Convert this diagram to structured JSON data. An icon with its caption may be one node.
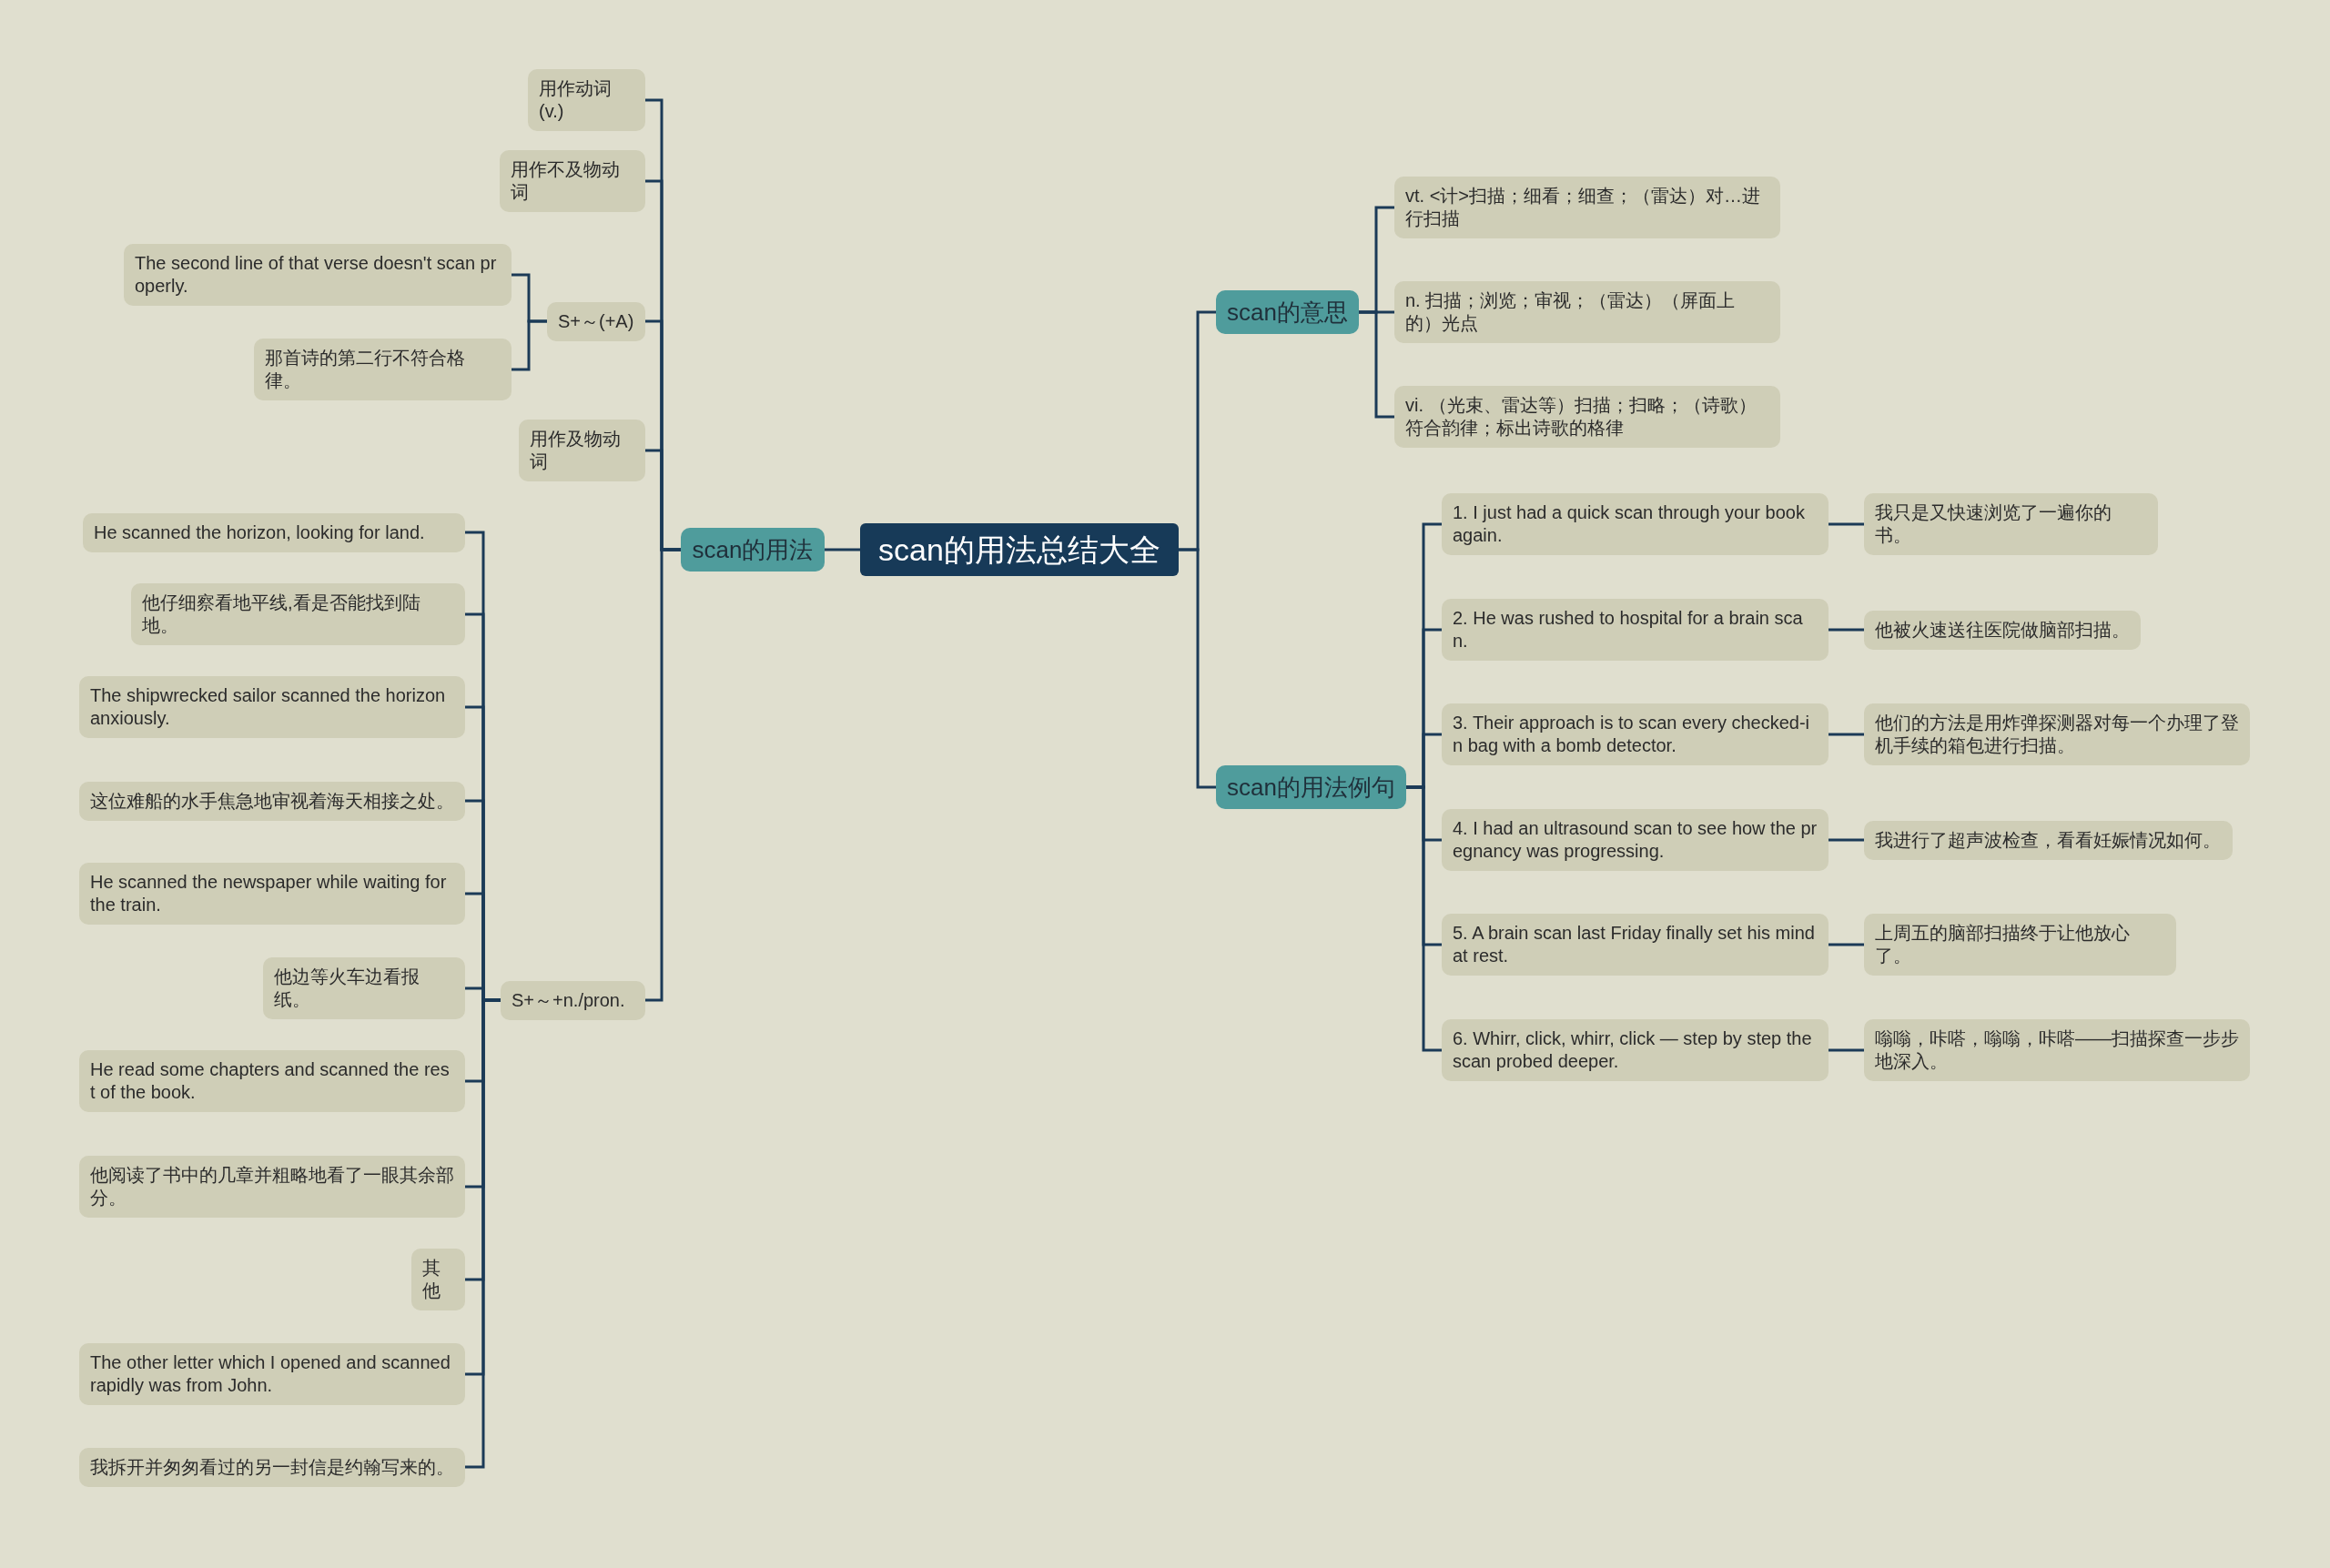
{
  "diagram": {
    "nodes": [
      {
        "text": [
          "scan的用法总结大全"
        ]
      },
      {
        "text": [
          "scan的用法"
        ]
      },
      {
        "text": [
          "用作动词(v.)"
        ]
      },
      {
        "text": [
          "用作不及物动词"
        ]
      },
      {
        "text": [
          "S+～(+A)"
        ]
      },
      {
        "text": [
          "The second line of that verse doesn't scan properly."
        ]
      },
      {
        "text": [
          "那首诗的第二行不符合格律。"
        ]
      },
      {
        "text": [
          "用作及物动词"
        ]
      },
      {
        "text": [
          "S+～+n./pron."
        ]
      },
      {
        "text": [
          "He scanned the horizon, looking for land."
        ]
      },
      {
        "text": [
          "他仔细察看地平线,看是否能找到陆地。"
        ]
      },
      {
        "text": [
          "The shipwrecked sailor scanned the horizon anxiously."
        ]
      },
      {
        "text": [
          "这位难船的水手焦急地审视着海天相接之处。"
        ]
      },
      {
        "text": [
          "He scanned the newspaper while waiting for the train."
        ]
      },
      {
        "text": [
          "他边等火车边看报纸。"
        ]
      },
      {
        "text": [
          "He read some chapters and scanned the rest of the book."
        ]
      },
      {
        "text": [
          "他阅读了书中的几章并粗略地看了一眼其余部分。"
        ]
      },
      {
        "text": [
          "其他"
        ]
      },
      {
        "text": [
          "The other letter which I opened and scanned rapidly was from John."
        ]
      },
      {
        "text": [
          "我拆开并匆匆看过的另一封信是约翰写来的。"
        ]
      },
      {
        "text": [
          "scan的意思"
        ]
      },
      {
        "text": [
          "vt. <计>扫描；细看；细查；（雷达）对…进行扫描"
        ]
      },
      {
        "text": [
          "n. 扫描；浏览；审视；（雷达）（屏面上的）光点"
        ]
      },
      {
        "text": [
          "vi. （光束、雷达等）扫描；扫略；（诗歌）符合韵律；标出诗歌的格律"
        ]
      },
      {
        "text": [
          "scan的用法例句"
        ]
      },
      {
        "text": [
          "1. I just had a quick scan through your book again."
        ]
      },
      {
        "text": [
          "2. He was rushed to hospital for a brain scan."
        ]
      },
      {
        "text": [
          "3. Their approach is to scan every checked-in bag with a bomb detector."
        ]
      },
      {
        "text": [
          "4. I had an ultrasound scan to see how the pregnancy was progressing."
        ]
      },
      {
        "text": [
          "5. A brain scan last Friday finally set his mind at rest."
        ]
      },
      {
        "text": [
          "6. Whirr, click, whirr, click — step by step the scan probed deeper."
        ]
      },
      {
        "text": [
          "我只是又快速浏览了一遍你的书。"
        ]
      },
      {
        "text": [
          "他被火速送往医院做脑部扫描。"
        ]
      },
      {
        "text": [
          "他们的方法是用炸弹探测器对每一个办理了登机手续的箱包进行扫描。"
        ]
      },
      {
        "text": [
          "我进行了超声波检查，看看妊娠情况如何。"
        ]
      },
      {
        "text": [
          "上周五的脑部扫描终于让他放心了。"
        ]
      },
      {
        "text": [
          "嗡嗡，咔嗒，嗡嗡，咔嗒——扫描探查一步步地深入。"
        ]
      }
    ],
    "edges": [
      {
        "from": 0,
        "to": 1,
        "arrow": "none"
      },
      {
        "from": 1,
        "to": 2,
        "arrow": "none"
      },
      {
        "from": 1,
        "to": 3,
        "arrow": "none"
      },
      {
        "from": 1,
        "to": 4,
        "arrow": "none"
      },
      {
        "from": 4,
        "to": 5,
        "arrow": "none"
      },
      {
        "from": 4,
        "to": 6,
        "arrow": "none"
      },
      {
        "from": 1,
        "to": 7,
        "arrow": "none"
      },
      {
        "from": 1,
        "to": 8,
        "arrow": "none"
      },
      {
        "from": 8,
        "to": 9,
        "arrow": "none"
      },
      {
        "from": 8,
        "to": 10,
        "arrow": "none"
      },
      {
        "from": 8,
        "to": 11,
        "arrow": "none"
      },
      {
        "from": 8,
        "to": 12,
        "arrow": "none"
      },
      {
        "from": 8,
        "to": 13,
        "arrow": "none"
      },
      {
        "from": 8,
        "to": 14,
        "arrow": "none"
      },
      {
        "from": 8,
        "to": 15,
        "arrow": "none"
      },
      {
        "from": 8,
        "to": 16,
        "arrow": "none"
      },
      {
        "from": 8,
        "to": 17,
        "arrow": "none"
      },
      {
        "from": 8,
        "to": 18,
        "arrow": "none"
      },
      {
        "from": 8,
        "to": 19,
        "arrow": "none"
      },
      {
        "from": 0,
        "to": 20,
        "arrow": "none"
      },
      {
        "from": 20,
        "to": 21,
        "arrow": "none"
      },
      {
        "from": 20,
        "to": 22,
        "arrow": "none"
      },
      {
        "from": 20,
        "to": 23,
        "arrow": "none"
      },
      {
        "from": 0,
        "to": 24,
        "arrow": "none"
      },
      {
        "from": 24,
        "to": 25,
        "arrow": "none"
      },
      {
        "from": 24,
        "to": 26,
        "arrow": "none"
      },
      {
        "from": 24,
        "to": 27,
        "arrow": "none"
      },
      {
        "from": 24,
        "to": 28,
        "arrow": "none"
      },
      {
        "from": 24,
        "to": 29,
        "arrow": "none"
      },
      {
        "from": 24,
        "to": 30,
        "arrow": "none"
      },
      {
        "from": 25,
        "to": 31,
        "arrow": "none"
      },
      {
        "from": 26,
        "to": 32,
        "arrow": "none"
      },
      {
        "from": 27,
        "to": 33,
        "arrow": "none"
      },
      {
        "from": 28,
        "to": 34,
        "arrow": "none"
      },
      {
        "from": 29,
        "to": 35,
        "arrow": "none"
      },
      {
        "from": 30,
        "to": 36,
        "arrow": "none"
      }
    ]
  }
}
